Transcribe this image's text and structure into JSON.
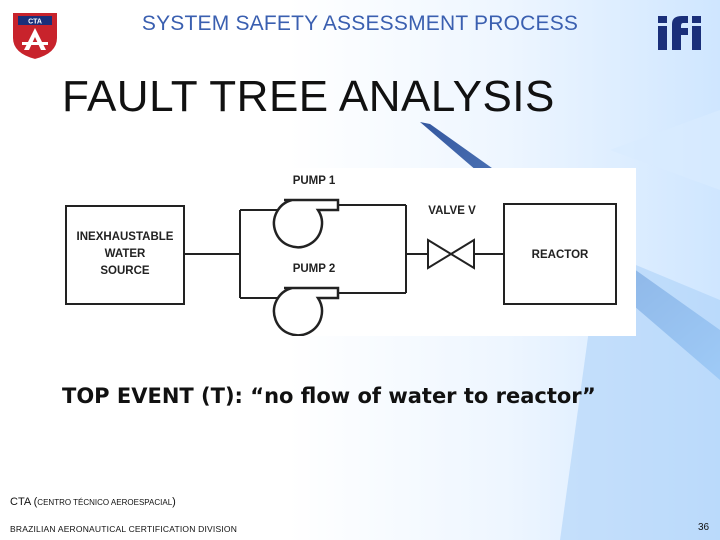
{
  "header": {
    "title": "SYSTEM SAFETY ASSESSMENT PROCESS",
    "logo_left_text": "CTA",
    "logo_right_text": "IFI"
  },
  "slide": {
    "title": "FAULT TREE ANALYSIS",
    "top_event": "TOP EVENT (T): “no flow of water to reactor”"
  },
  "diagram": {
    "source_lines": [
      "INEXHAUSTABLE",
      "WATER",
      "SOURCE"
    ],
    "pump1": "PUMP 1",
    "pump2": "PUMP 2",
    "valve": "VALVE V",
    "reactor": "REACTOR"
  },
  "footer": {
    "cta_prefix": "CTA (",
    "cta_small": "CENTRO TÉCNICO AEROESPACIAL",
    "cta_suffix": ")",
    "division": "BRAZILIAN AERONAUTICAL CERTIFICATION DIVISION",
    "page_number": "36"
  },
  "colors": {
    "header_text": "#3a5fb0",
    "accent_blue": "#7fb6f0",
    "logo_red": "#c8232c"
  }
}
